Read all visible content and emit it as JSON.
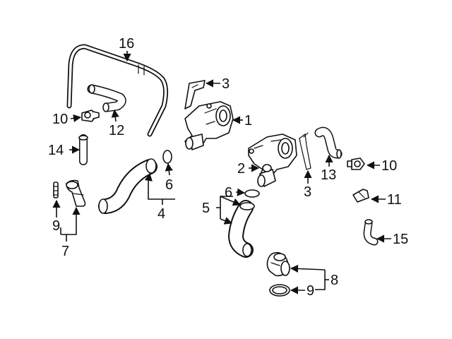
{
  "diagram": {
    "callouts": {
      "c1": "1",
      "c2": "2",
      "c3a": "3",
      "c3b": "3",
      "c4": "4",
      "c5": "5",
      "c6a": "6",
      "c6b": "6",
      "c7": "7",
      "c8": "8",
      "c9a": "9",
      "c9b": "9",
      "c10a": "10",
      "c10b": "10",
      "c11": "11",
      "c12": "12",
      "c13": "13",
      "c14": "14",
      "c15": "15",
      "c16": "16"
    }
  }
}
